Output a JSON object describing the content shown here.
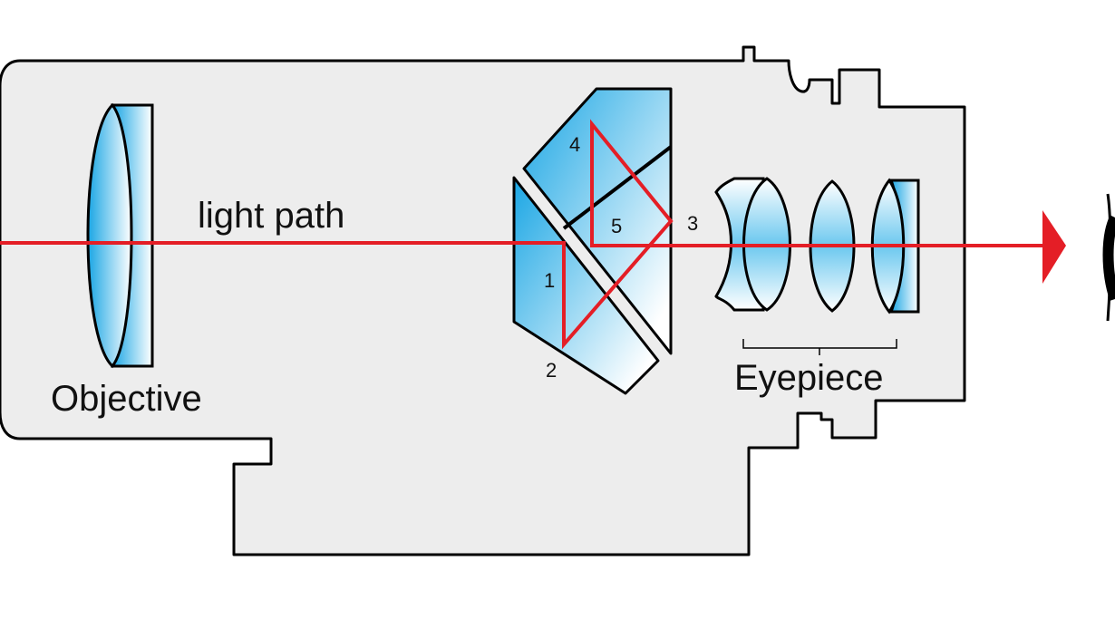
{
  "labels": {
    "light_path": "light path",
    "objective": "Objective",
    "eyepiece": "Eyepiece",
    "reflection_points": [
      "1",
      "2",
      "3",
      "4",
      "5"
    ]
  },
  "colors": {
    "body": "#ededed",
    "outline": "#000000",
    "glass_dark": "#1aa6e4",
    "glass_light": "#ffffff",
    "light_path": "#e41e26"
  }
}
